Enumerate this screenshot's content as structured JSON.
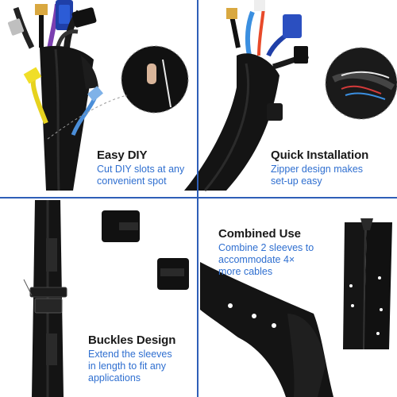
{
  "panels": {
    "easy_diy": {
      "heading": "Easy DIY",
      "lines": [
        "Cut DIY slots at any",
        "convenient spot"
      ]
    },
    "quick_installation": {
      "heading": "Quick Installation",
      "lines": [
        "Zipper design makes",
        "set-up easy"
      ]
    },
    "buckles_design": {
      "heading": "Buckles Design",
      "lines": [
        "Extend the sleeves",
        "in length to fit any",
        "applications"
      ]
    },
    "combined_use": {
      "heading": "Combined Use",
      "lines": [
        "Combine 2 sleeves to",
        "accommodate 4×",
        "more cables"
      ]
    }
  },
  "colors": {
    "divider": "#2f5fb8",
    "heading": "#1a1a1a",
    "description": "#2f6fd0",
    "sleeve": "#141414"
  }
}
